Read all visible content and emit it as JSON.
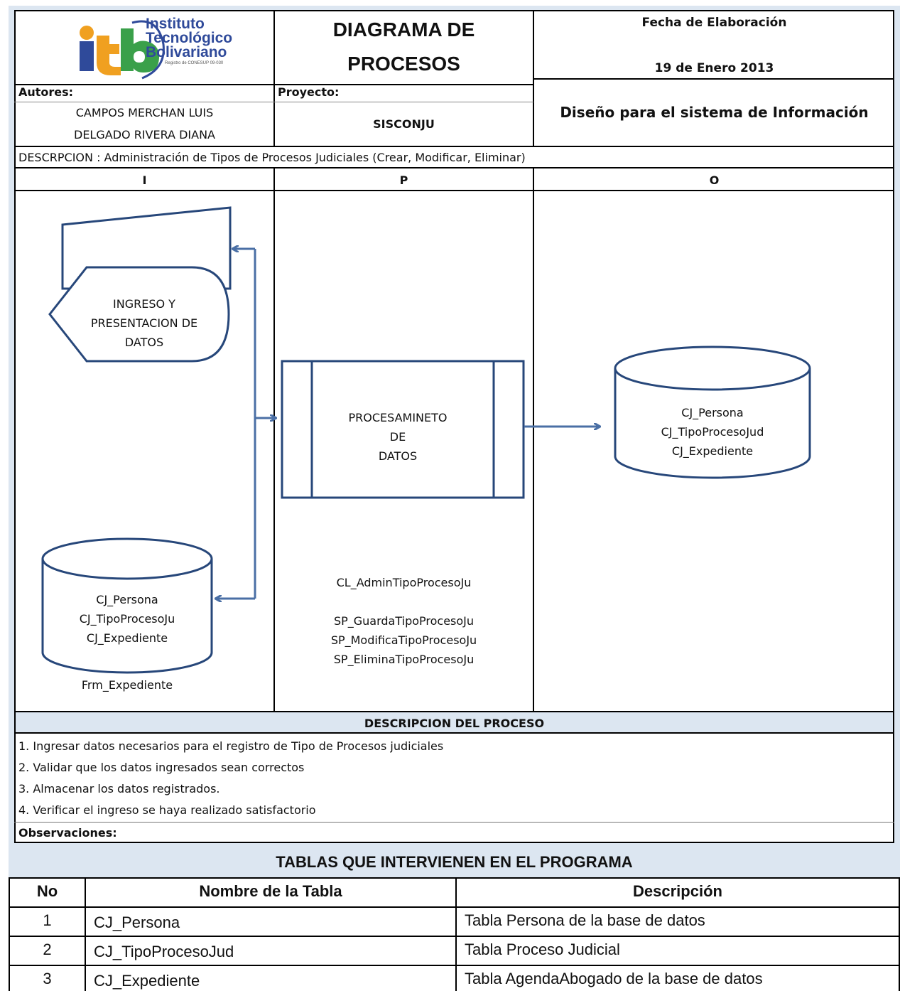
{
  "header": {
    "logo_line1": "Instituto",
    "logo_line2": "Tecnológico",
    "logo_line3": "Bolivariano",
    "logo_registro": "Registro de CONESUP 09-030",
    "title_line1": "DIAGRAMA DE",
    "title_line2": "PROCESOS",
    "fecha_label": "Fecha de Elaboración",
    "fecha_value": "19 de Enero 2013",
    "autores_label": "Autores:",
    "autor1": "CAMPOS MERCHAN LUIS",
    "autor2": "DELGADO RIVERA DIANA",
    "proyecto_label": "Proyecto:",
    "proyecto_value": "SISCONJU",
    "diseno": "Diseño para el sistema de Información",
    "descripcion": "DESCRPCION :  Administración de Tipos de Procesos Judiciales (Crear, Modificar, Eliminar)"
  },
  "columns": {
    "i": "I",
    "p": "P",
    "o": "O"
  },
  "diagram": {
    "display_lines": [
      "INGRESO Y",
      "PRESENTACION DE",
      "DATOS"
    ],
    "input_db_lines": [
      "CJ_Persona",
      "CJ_TipoProcesoJu",
      "CJ_Expediente"
    ],
    "form_name": "Frm_Expediente",
    "process_lines": [
      "PROCESAMINETO",
      "DE",
      "DATOS"
    ],
    "class_name": "CL_AdminTipoProcesoJu",
    "procedures": [
      "SP_GuardaTipoProcesoJu",
      "SP_ModificaTipoProcesoJu",
      "SP_EliminaTipoProcesoJu"
    ],
    "output_db_lines": [
      "CJ_Persona",
      "CJ_TipoProcesoJud",
      "CJ_Expediente"
    ]
  },
  "process_description": {
    "title": "DESCRIPCION DEL PROCESO",
    "steps": [
      "1.  Ingresar datos necesarios para el registro de Tipo de Procesos judiciales",
      "2.  Validar que los datos ingresados sean correctos",
      "3.  Almacenar los datos registrados.",
      "4.  Verificar el ingreso se haya realizado satisfactorio"
    ],
    "observaciones": "Observaciones:"
  },
  "tables": {
    "title": "TABLAS QUE INTERVIENEN EN EL PROGRAMA",
    "headers": {
      "no": "No",
      "nombre": "Nombre de la Tabla",
      "descripcion": "Descripción"
    },
    "rows": [
      {
        "no": "1",
        "nombre": "CJ_Persona",
        "descripcion": "Tabla Persona de la base de datos"
      },
      {
        "no": "2",
        "nombre": "CJ_TipoProcesoJud",
        "descripcion": "Tabla Proceso Judicial"
      },
      {
        "no": "3",
        "nombre": "CJ_Expediente",
        "descripcion": "Tabla AgendaAbogado de la base de datos"
      }
    ]
  },
  "colors": {
    "shape_stroke": "#4a6fa5",
    "header_fill": "#dce6f1",
    "logo_blue": "#2f4a9a",
    "logo_orange": "#f0a020",
    "logo_green": "#3aa04a"
  }
}
